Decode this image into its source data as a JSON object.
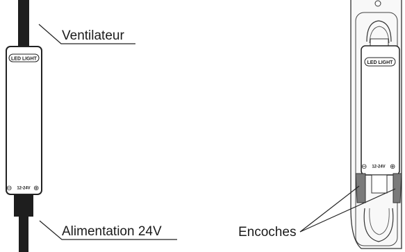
{
  "labels": {
    "fan": "Ventilateur",
    "power": "Alimentation 24V",
    "notches": "Encoches"
  },
  "device_left": {
    "badge": "LED LIGHT",
    "minus": "⊖",
    "voltage": "12-24V",
    "plus": "⊕"
  },
  "device_right": {
    "badge": "LED LIGHT",
    "minus": "⊖",
    "voltage": "12-24V",
    "plus": "⊕"
  },
  "colors": {
    "cable": "#1e1e1e",
    "outline": "#222222",
    "notch_fill": "#7a7a7a",
    "background": "#ffffff"
  }
}
